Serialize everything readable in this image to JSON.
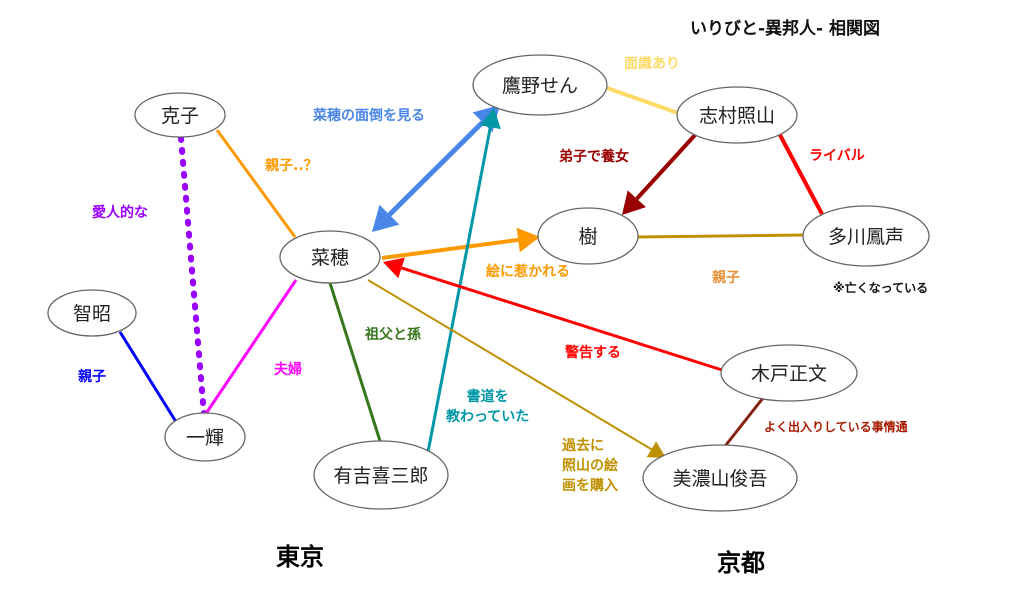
{
  "title": "いりびと-異邦人- 相関図",
  "regions": [
    {
      "id": "tokyo",
      "label": "東京"
    },
    {
      "id": "kyoto",
      "label": "京都"
    }
  ],
  "nodes": [
    {
      "id": "takano",
      "label": "鷹野せん"
    },
    {
      "id": "katsuko",
      "label": "克子"
    },
    {
      "id": "shimura",
      "label": "志村照山"
    },
    {
      "id": "naho",
      "label": "菜穂"
    },
    {
      "id": "itsuki",
      "label": "樹"
    },
    {
      "id": "tagawa",
      "label": "多川鳳声"
    },
    {
      "id": "tomoaki",
      "label": "智昭"
    },
    {
      "id": "kido",
      "label": "木戸正文"
    },
    {
      "id": "kazuki",
      "label": "一輝"
    },
    {
      "id": "ariyoshi",
      "label": "有吉喜三郎"
    },
    {
      "id": "minoyama",
      "label": "美濃山俊吾"
    }
  ],
  "edges": [
    {
      "id": "katsuko-kazuki",
      "from": "katsuko",
      "to": "kazuki",
      "label": "愛人的な",
      "color": "#9900ff",
      "style": "dotted"
    },
    {
      "id": "katsuko-naho",
      "from": "katsuko",
      "to": "naho",
      "label": "親子..？",
      "color": "#ff9900"
    },
    {
      "id": "kazuki-naho",
      "from": "kazuki",
      "to": "naho",
      "label": "夫婦",
      "color": "#ff00ff"
    },
    {
      "id": "tomoaki-kazuki",
      "from": "tomoaki",
      "to": "kazuki",
      "label": "親子",
      "color": "#0000ff"
    },
    {
      "id": "naho-takano",
      "from": "naho",
      "to": "takano",
      "label": "菜穂の面倒を見る",
      "color": "#4a86e8",
      "arrow": "both"
    },
    {
      "id": "naho-itsuki",
      "from": "naho",
      "to": "itsuki",
      "label": "絵に惹かれる",
      "color": "#ff9900",
      "arrow": "end"
    },
    {
      "id": "naho-ariyoshi",
      "from": "naho",
      "to": "ariyoshi",
      "label": "祖父と孫",
      "color": "#38761d"
    },
    {
      "id": "ariyoshi-takano",
      "from": "ariyoshi",
      "to": "takano",
      "label": "書道を\n教わっていた",
      "color": "#0097a7",
      "arrow": "end"
    },
    {
      "id": "naho-minoyama",
      "from": "naho",
      "to": "minoyama",
      "label": "過去に\n照山の絵\n画を購入",
      "color": "#bf9000",
      "arrow": "end"
    },
    {
      "id": "kido-naho",
      "from": "kido",
      "to": "naho",
      "label": "警告する",
      "color": "#ff0000",
      "arrow": "end"
    },
    {
      "id": "takano-shimura",
      "from": "takano",
      "to": "shimura",
      "label": "面識あり",
      "color": "#ffd966"
    },
    {
      "id": "shimura-itsuki",
      "from": "shimura",
      "to": "itsuki",
      "label": "弟子で養女",
      "color": "#990000",
      "arrow": "end"
    },
    {
      "id": "shimura-tagawa",
      "from": "shimura",
      "to": "tagawa",
      "label": "ライバル",
      "color": "#ff0000"
    },
    {
      "id": "itsuki-tagawa",
      "from": "itsuki",
      "to": "tagawa",
      "label": "親子",
      "color": "#bf9000",
      "label_color": "#e69138"
    },
    {
      "id": "kido-minoyama",
      "from": "kido",
      "to": "minoyama",
      "label": "よく出入りしている事情通",
      "color": "#85200c",
      "label_color": "#a61c00"
    }
  ],
  "notes": {
    "tagawa_note": "※亡くなっている"
  }
}
